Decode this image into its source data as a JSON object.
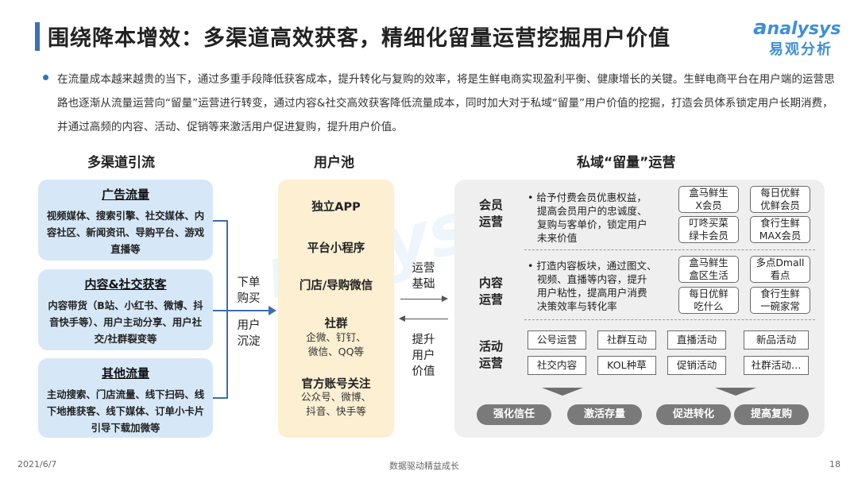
{
  "header": {
    "title": "围绕降本增效：多渠道高效获客，精细化留量运营挖掘用户价值",
    "logo_en": "nalysys",
    "logo_cn": "易观分析"
  },
  "intro": {
    "text": "在流量成本越来越贵的当下，通过多重手段降低获客成本，提升转化与复购的效率，将是生鲜电商实现盈利平衡、健康增长的关键。生鲜电商平台在用户端的运营思路也逐渐从流量运营向“留量”运营进行转变，通过内容&社交高效获客降低流量成本，同时加大对于私域“留量”用户价值的挖掘，打造会员体系锁定用户长期消费，并通过高频的内容、活动、促销等来激活用户促进复购，提升用户价值。"
  },
  "columns": {
    "left": "多渠道引流",
    "middle": "用户池",
    "right": "私域“留量”运营"
  },
  "channels": [
    {
      "title": "广告流量",
      "desc": "视频媒体、搜索引擎、社交媒体、内容社区、新闻资讯、导购平台、游戏直播等"
    },
    {
      "title": "内容&社交获客",
      "desc": "内容带货（B站、小红书、微博、抖音快手等）、用户主动分享、用户社交/社群裂变等"
    },
    {
      "title": "其他流量",
      "desc": "主动搜索、门店流量、线下扫码、线下地推获客、线下媒体、订单小卡片引导下载加微等"
    }
  ],
  "flow_labels": {
    "to_pool_1": "下单",
    "to_pool_2": "购买",
    "to_pool_3": "用户",
    "to_pool_4": "沉淀",
    "to_ops_1": "运营",
    "to_ops_2": "基础",
    "from_ops_1": "提升",
    "from_ops_2": "用户",
    "from_ops_3": "价值"
  },
  "user_pool": {
    "items": [
      "独立APP",
      "平台小程序",
      "门店/导购微信",
      "社群",
      "官方账号关注"
    ],
    "community_sub": [
      "企微、钉钉、",
      "微信、QQ等"
    ],
    "official_sub": [
      "公众号、微博、",
      "抖音、快手等"
    ]
  },
  "ops": {
    "member": {
      "label": [
        "会员",
        "运营"
      ],
      "text": [
        "• 给予付费会员优惠权益，",
        "提高会员用户的忠诚度、",
        "复购与客单价，锁定用户",
        "未来价值"
      ],
      "chips": [
        [
          "盒马鲜生",
          "X会员"
        ],
        [
          "每日优鲜",
          "优鲜会员"
        ],
        [
          "叮咚买菜",
          "绿卡会员"
        ],
        [
          "食行生鲜",
          "MAX会员"
        ]
      ]
    },
    "content": {
      "label": [
        "内容",
        "运营"
      ],
      "text": [
        "• 打造内容板块，通过图文、",
        "视频、直播等内容，提升",
        "用户粘性，提高用户消费",
        "决策效率与转化率"
      ],
      "chips": [
        [
          "盒马鲜生",
          "盒区生活"
        ],
        [
          "多点Dmall",
          "看点"
        ],
        [
          "每日优鲜",
          "吃什么"
        ],
        [
          "食行生鲜",
          "一碗家常"
        ]
      ]
    },
    "activity": {
      "label": [
        "活动",
        "运营"
      ],
      "items": [
        "公号运营",
        "社群互动",
        "直播活动",
        "新品活动",
        "社交内容",
        "KOL种草",
        "促销活动",
        "社群活动…"
      ]
    },
    "goals": [
      "强化信任",
      "激活存量",
      "促进转化",
      "提高复购"
    ]
  },
  "footer": {
    "date": "2021/6/7",
    "center": "数据驱动精益成长",
    "page": "18"
  },
  "colors": {
    "accent_blue": "#3f6fb6",
    "channel_box": "#d6e8f8",
    "pool_box": "#fcefd2",
    "panel": "#efefef",
    "goal_pill": "#7a7a7a"
  }
}
